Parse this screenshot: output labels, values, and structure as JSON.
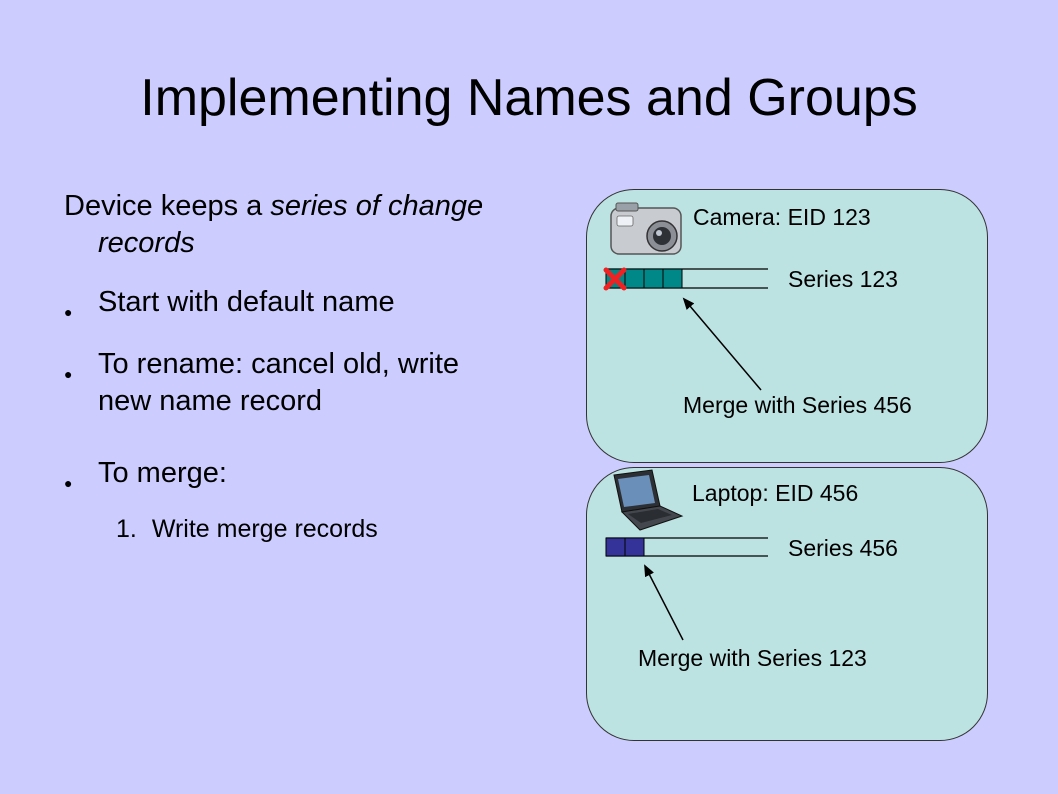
{
  "title": "Implementing Names and Groups",
  "intro": {
    "prefix": "Device keeps a ",
    "emphasis": "series of change records"
  },
  "bullets": [
    {
      "label": "Start with default name"
    },
    {
      "label": "To rename: cancel old, write new name record"
    },
    {
      "label": "To merge:"
    }
  ],
  "numbered": [
    {
      "number": "1.",
      "label": "Write merge records"
    }
  ],
  "devices": [
    {
      "icon": "camera-icon",
      "label": "Camera: EID 123",
      "series_label": "Series 123",
      "merge_label": "Merge with Series 456",
      "record_color": "#008888",
      "cancelled_marker": "red-x-icon"
    },
    {
      "icon": "laptop-icon",
      "label": "Laptop: EID 456",
      "series_label": "Series 456",
      "merge_label": "Merge with Series 123",
      "record_color": "#333399"
    }
  ],
  "colors": {
    "background": "#ccccff",
    "panel": "#bde2e2",
    "cancel_mark": "#ee2222"
  }
}
